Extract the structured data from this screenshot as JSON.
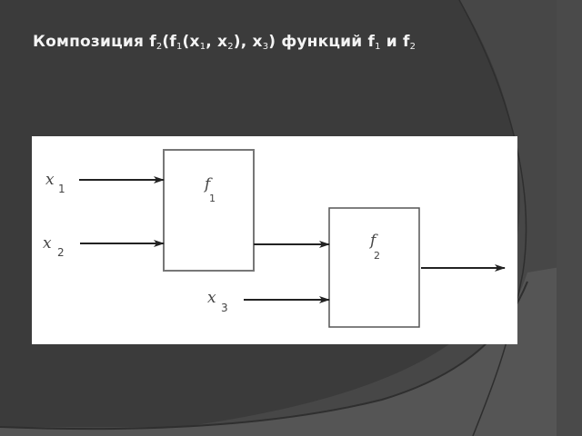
{
  "slide": {
    "title": {
      "prefix": "Композиция f",
      "parts": [
        "Композиция ",
        "f",
        "2",
        "(f",
        "1",
        "(x",
        "1",
        ", x",
        "2",
        "), x",
        "3",
        ") функций f",
        "1",
        " и f",
        "2"
      ]
    }
  },
  "diagram": {
    "blocks": [
      {
        "name": "f",
        "subscript": "1"
      },
      {
        "name": "f",
        "subscript": "2"
      }
    ],
    "inputs": [
      {
        "name": "x",
        "subscript": "1"
      },
      {
        "name": "x",
        "subscript": "2"
      },
      {
        "name": "x",
        "subscript": "3"
      }
    ]
  },
  "colors": {
    "background": "#3a3a3a",
    "title": "#f4f4f4",
    "diagram_bg": "#ffffff",
    "line": "#222222"
  }
}
